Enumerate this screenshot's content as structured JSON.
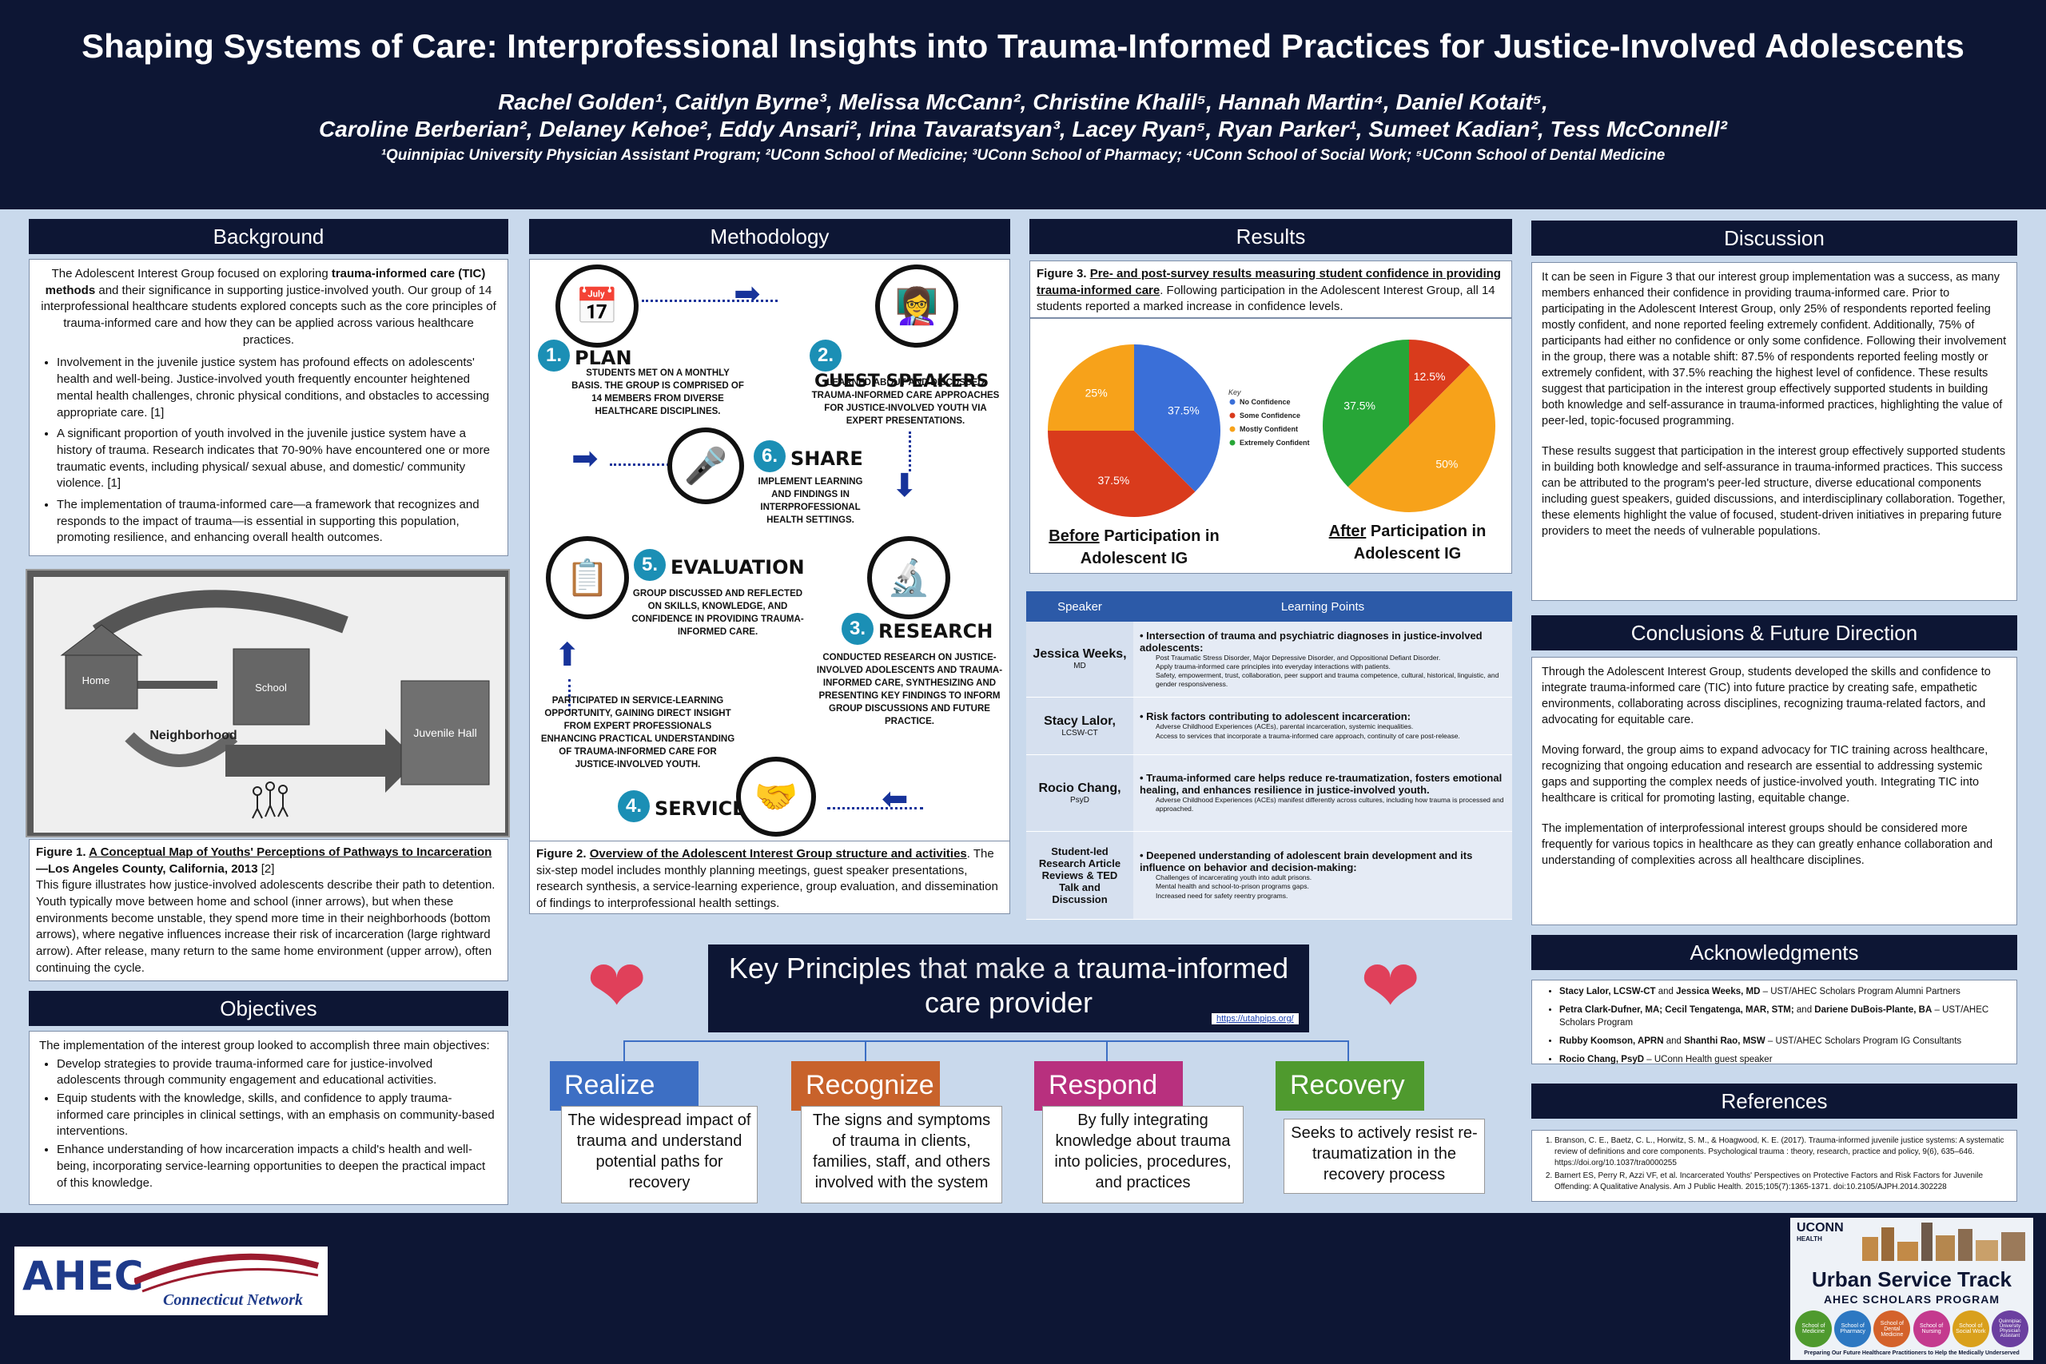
{
  "header": {
    "title": "Shaping Systems of Care: Interprofessional Insights into Trauma-Informed Practices for Justice-Involved Adolescents",
    "authors_line1": "Rachel Golden¹, Caitlyn Byrne³, Melissa McCann², Christine Khalil⁵, Hannah Martin⁴, Daniel Kotait⁵,",
    "authors_line2": "Caroline Berberian², Delaney Kehoe², Eddy Ansari², Irina Tavaratsyan³, Lacey Ryan⁵, Ryan Parker¹, Sumeet Kadian², Tess McConnell²",
    "affiliations": "¹Quinnipiac University Physician Assistant Program; ²UConn School of Medicine; ³UConn School of Pharmacy; ⁴UConn School of Social Work; ⁵UConn School of Dental Medicine"
  },
  "background": {
    "heading": "Background",
    "intro_pre": "The Adolescent Interest Group focused on exploring ",
    "intro_bold": "trauma-informed care (TIC) methods",
    "intro_post": " and their significance in supporting justice-involved youth. Our group of 14 interprofessional healthcare students explored concepts such as the core principles of trauma-informed care and how they can be applied across various healthcare practices.",
    "bullets": [
      "Involvement in the juvenile justice system has profound effects on adolescents' health and well-being. Justice-involved youth frequently encounter heightened mental health challenges, chronic physical conditions, and obstacles to accessing appropriate care. [1]",
      "A significant proportion of youth involved in the juvenile justice system have a history of trauma. Research indicates that 70-90% have encountered one or more traumatic events, including physical/ sexual abuse, and domestic/ community violence. [1]",
      "The implementation of trauma-informed care—a framework that recognizes and responds to the impact of trauma—is essential in supporting this population, promoting resilience, and enhancing overall health outcomes."
    ]
  },
  "figure1": {
    "labels": {
      "home": "Home",
      "school": "School",
      "neighborhood": "Neighborhood",
      "juvenile": "Juvenile Hall"
    },
    "caption_label": "Figure 1. ",
    "caption_title": "A Conceptual Map of Youths' Perceptions of Pathways to Incarceration",
    "caption_title_suffix": "—Los Angeles County, California, 2013",
    "caption_ref": " [2]",
    "caption_text": "This figure illustrates how justice-involved adolescents describe their path to detention. Youth typically move between home and school (inner arrows), but when these environments become unstable, they spend more time in their neighborhoods (bottom arrows), where negative influences increase their risk of incarceration (large rightward arrow). After release, many return to the same home environment (upper arrow), often continuing the cycle."
  },
  "objectives": {
    "heading": "Objectives",
    "intro": "The implementation of the interest group looked to accomplish three main objectives:",
    "bullets": [
      "Develop strategies to provide trauma-informed care for justice-involved adolescents through community engagement and educational activities.",
      "Equip students with the knowledge, skills, and confidence to apply trauma-informed care principles in clinical settings, with an emphasis on community-based interventions.",
      "Enhance understanding of how incarceration impacts a child's health and well-being, incorporating service-learning opportunities to deepen the practical impact of this knowledge."
    ]
  },
  "methodology": {
    "heading": "Methodology",
    "steps": [
      {
        "num": "1.",
        "title": "PLAN",
        "desc": "Students met on a monthly basis. The group is comprised of 14 members from diverse healthcare disciplines."
      },
      {
        "num": "2.",
        "title": "GUEST SPEAKERS",
        "desc": "Learned about and discussed trauma-informed care approaches for justice-involved youth via expert presentations."
      },
      {
        "num": "3.",
        "title": "RESEARCH",
        "desc": "Conducted research on justice-involved adolescents and trauma-informed care, synthesizing and presenting key findings to inform group discussions and future practice."
      },
      {
        "num": "4.",
        "title": "SERVICE",
        "desc": "Participated in service-learning opportunity, gaining direct insight from expert professionals enhancing practical understanding of trauma-informed care for justice-involved youth."
      },
      {
        "num": "5.",
        "title": "EVALUATION",
        "desc": "Group discussed and reflected on skills, knowledge, and confidence in providing trauma-informed care."
      },
      {
        "num": "6.",
        "title": "SHARE",
        "desc": "Implement learning and findings in interprofessional health settings."
      }
    ],
    "caption_label": "Figure 2. ",
    "caption_title": "Overview of the Adolescent Interest Group structure and activities",
    "caption_text": ". The six-step model includes monthly planning meetings, guest speaker presentations, research synthesis, a service-learning experience, group evaluation, and dissemination of findings to interprofessional health settings."
  },
  "results": {
    "heading": "Results",
    "caption_label": "Figure 3. ",
    "caption_title": "Pre- and post-survey results measuring student confidence in providing trauma-informed care",
    "caption_text": ". Following participation in the Adolescent Interest Group, all 14 students reported a marked increase in confidence levels.",
    "before_label_u": "Before",
    "before_label_rest": " Participation in Adolescent IG",
    "after_label_u": "After",
    "after_label_rest": " Participation in Adolescent IG"
  },
  "chart_data": [
    {
      "type": "pie",
      "title": "Before Participation in Adolescent IG",
      "legend_title": "Key",
      "categories": [
        "No Confidence",
        "Some Confidence",
        "Mostly Confident",
        "Extremely Confident"
      ],
      "values": [
        37.5,
        37.5,
        25,
        0
      ],
      "labels": [
        "37.5%",
        "37.5%",
        "25%",
        ""
      ],
      "colors": [
        "#3a6fd8",
        "#d93b1c",
        "#f7a21a",
        "#27a637"
      ],
      "legend": "right"
    },
    {
      "type": "pie",
      "title": "After Participation in Adolescent IG",
      "categories": [
        "No Confidence",
        "Some Confidence",
        "Mostly Confident",
        "Extremely Confident"
      ],
      "values": [
        0,
        12.5,
        50,
        37.5
      ],
      "labels": [
        "",
        "12.5%",
        "50%",
        "37.5%"
      ],
      "colors": [
        "#3a6fd8",
        "#d93b1c",
        "#f7a21a",
        "#27a637"
      ]
    }
  ],
  "learning_points": {
    "col_speaker": "Speaker",
    "col_points": "Learning Points",
    "rows": [
      {
        "name": "Jessica Weeks,",
        "cred": "MD",
        "point": "Intersection of trauma and psychiatric diagnoses in justice-involved adolescents:",
        "subs": [
          "Post Traumatic Stress Disorder, Major Depressive Disorder, and Oppositional Defiant Disorder.",
          "Apply trauma-informed care principles into everyday interactions with patients.",
          "Safety, empowerment, trust, collaboration, peer support and trauma competence, cultural, historical, linguistic, and gender responsiveness."
        ]
      },
      {
        "name": "Stacy Lalor,",
        "cred": "LCSW-CT",
        "point": "Risk factors contributing to adolescent incarceration:",
        "subs": [
          "Adverse Childhood Experiences (ACEs), parental incarceration, systemic inequalities.",
          "Access to services that incorporate a trauma-informed care approach, continuity of care post-release."
        ]
      },
      {
        "name": "Rocio Chang,",
        "cred": "PsyD",
        "point": "Trauma-informed care helps reduce re-traumatization, fosters emotional healing, and enhances resilience in justice-involved youth.",
        "subs": [
          "Adverse Childhood Experiences (ACEs) manifest differently across cultures, including how trauma is processed and approached."
        ]
      },
      {
        "name": "Student-led Research Article Reviews & TED Talk and Discussion",
        "cred": "",
        "point": "Deepened understanding of adolescent brain development and its influence on behavior and decision-making:",
        "subs": [
          "Challenges of incarcerating youth into adult prisons.",
          "Mental health and school-to-prison programs gaps.",
          "Increased need for safety reentry programs."
        ]
      }
    ]
  },
  "key_principles": {
    "title_a": "Key Principles ",
    "title_b": "that make a ",
    "title_c": "trauma-informed care provider",
    "link": "https://utahpips.org/",
    "items": [
      {
        "head": "Realize",
        "text": "The widespread impact of trauma and understand potential paths for recovery",
        "color": "#3d6fc4"
      },
      {
        "head": "Recognize",
        "text": "The signs and symptoms of trauma in clients, families, staff, and others involved with the system",
        "color": "#c8622b"
      },
      {
        "head": "Respond",
        "text": "By fully integrating knowledge about trauma into policies, procedures, and practices",
        "color": "#b8307e"
      },
      {
        "head": "Recovery",
        "text": "Seeks to actively resist re-traumatization in the recovery process",
        "color": "#4f9a2e"
      }
    ]
  },
  "discussion": {
    "heading": "Discussion",
    "p1": "It can be seen in Figure 3 that our interest group implementation was a success, as many members enhanced their confidence in providing trauma-informed care. Prior to participating in the Adolescent Interest Group, only 25% of respondents reported feeling mostly confident, and none reported feeling extremely confident. Additionally, 75% of participants had either no confidence or only some confidence. Following their involvement in the group, there was a notable shift: 87.5% of respondents reported feeling mostly or extremely confident, with 37.5% reaching the highest level of confidence. These results suggest that participation in the interest group effectively supported students in building both knowledge and self-assurance in trauma-informed practices, highlighting the value of peer-led, topic-focused programming.",
    "p2": "These results suggest that participation in the interest group effectively supported students in building both knowledge and self-assurance in trauma-informed practices. This success can be attributed to the program's peer-led structure, diverse educational components including guest speakers, guided discussions, and interdisciplinary collaboration. Together, these elements highlight the value of focused, student-driven initiatives in preparing future providers to meet the needs of vulnerable populations."
  },
  "conclusions": {
    "heading": "Conclusions & Future Direction",
    "p1": "Through the Adolescent Interest Group, students developed the skills and confidence to integrate trauma-informed care (TIC) into future practice by creating safe, empathetic environments, collaborating across disciplines, recognizing trauma-related factors, and advocating for equitable care.",
    "p2": "Moving forward, the group aims to expand advocacy for TIC training across healthcare, recognizing that ongoing education and research are essential to addressing systemic gaps and supporting the complex needs of justice-involved youth. Integrating TIC into healthcare is critical for promoting lasting, equitable change.",
    "p3": "The implementation of interprofessional interest groups should be considered more frequently for various topics in healthcare as they can greatly enhance collaboration and understanding of complexities across all healthcare disciplines."
  },
  "acknowledgments": {
    "heading": "Acknowledgments",
    "items": [
      {
        "bold": "Stacy Lalor, LCSW-CT",
        "mid": " and ",
        "bold2": "Jessica Weeks, MD",
        "rest": " – UST/AHEC Scholars Program Alumni Partners"
      },
      {
        "bold": "Petra Clark-Dufner, MA; Cecil Tengatenga, MAR, STM;",
        "mid": " and ",
        "bold2": "Dariene DuBois-Plante, BA",
        "rest": " – UST/AHEC Scholars Program"
      },
      {
        "bold": "Rubby Koomson, APRN",
        "mid": " and ",
        "bold2": "Shanthi Rao, MSW",
        "rest": " – UST/AHEC Scholars Program IG Consultants"
      },
      {
        "bold": "Rocio Chang, PsyD",
        "mid": "",
        "bold2": "",
        "rest": " – UConn Health guest speaker"
      }
    ]
  },
  "references": {
    "heading": "References",
    "items": [
      "Branson, C. E., Baetz, C. L., Horwitz, S. M., & Hoagwood, K. E. (2017). Trauma-informed juvenile justice systems: A systematic review of definitions and core components. Psychological trauma : theory, research, practice and policy, 9(6), 635–646. https://doi.org/10.1037/tra0000255",
      "Barnert ES, Perry R, Azzi VF, et al. Incarcerated Youths' Perspectives on Protective Factors and Risk Factors for Juvenile Offending: A Qualitative Analysis. Am J Public Health. 2015;105(7):1365-1371. doi:10.2105/AJPH.2014.302228"
    ]
  },
  "footer": {
    "ahec_logo_text": "AHEC",
    "ahec_network": "Connecticut Network",
    "uconn": "UCONN",
    "uconn_health": "HEALTH",
    "ust_title": "Urban Service Track",
    "ust_sub": "AHEC Scholars Program",
    "schools": [
      "School of Medicine",
      "School of Pharmacy",
      "School of Dental Medicine",
      "School of Nursing",
      "School of Social Work",
      "Quinnipiac University Physician Assistant"
    ],
    "tagline": "Preparing Our Future Healthcare Practitioners to Help the Medically Underserved"
  }
}
